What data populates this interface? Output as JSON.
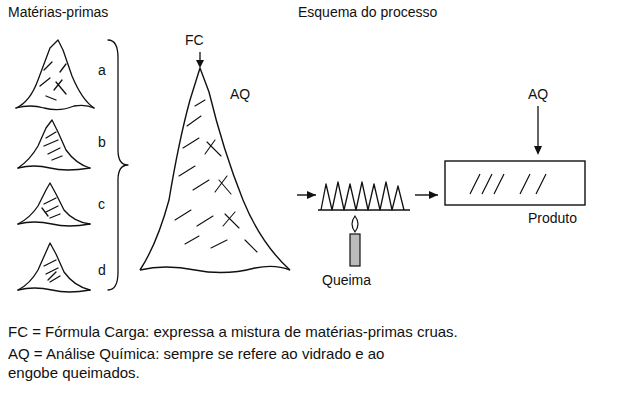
{
  "diagram": {
    "nodes": [
      {
        "text": [
          "FC",
          "AQ"
        ]
      },
      {
        "text": [
          "Queima"
        ]
      },
      {
        "text": [
          "AQ",
          "Produto"
        ]
      }
    ],
    "edges": [
      {
        "from": 0,
        "to": 1,
        "arrow": "to"
      },
      {
        "from": 1,
        "to": 2,
        "arrow": "to"
      }
    ],
    "labels": [
      "Matérias-primas",
      "Esquema do processo",
      "a",
      "b",
      "c",
      "d",
      "FC = Fórmula Carga: expressa a mistura de matérias-primas cruas.",
      "AQ = Análise Química: sempre se refere ao vidrado e ao engobe queimados."
    ]
  }
}
